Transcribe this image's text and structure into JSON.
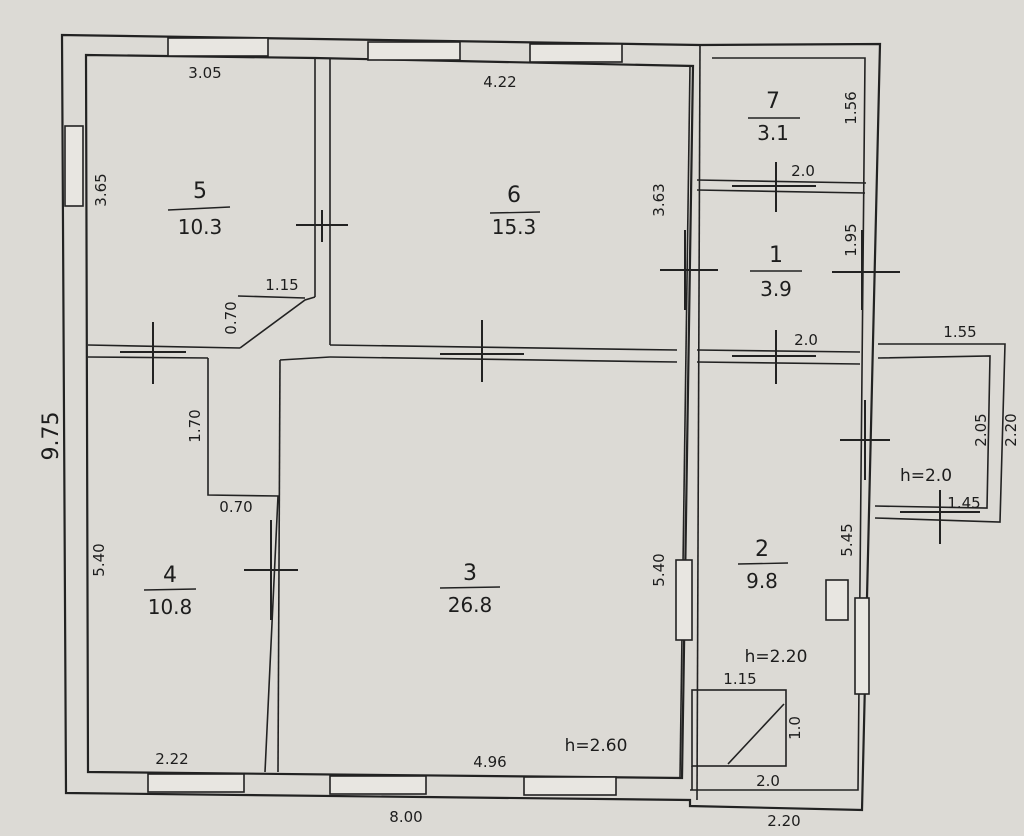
{
  "rooms": [
    {
      "number": "5",
      "area": "10.3"
    },
    {
      "number": "6",
      "area": "15.3"
    },
    {
      "number": "7",
      "area": "3.1"
    },
    {
      "number": "1",
      "area": "3.9"
    },
    {
      "number": "4",
      "area": "10.8"
    },
    {
      "number": "3",
      "area": "26.8"
    },
    {
      "number": "2",
      "area": "9.8"
    }
  ],
  "dimensions": {
    "room5_width": "3.05",
    "room6_width": "4.22",
    "room7_height": "1.56",
    "room7_width": "2.0",
    "room1_height": "1.95",
    "room1_width": "2.0",
    "room5_height": "3.65",
    "room6_height": "3.63",
    "overall_height": "9.75",
    "passage_width": "1.15",
    "passage_corner": "0.70",
    "hall_height": "1.70",
    "hall_offset": "0.70",
    "room4_height": "5.40",
    "room3_height": "5.40",
    "room4_width": "2.22",
    "room3_width": "4.96",
    "room2_height": "5.45",
    "porch_width": "1.55",
    "porch_outer_height": "2.20",
    "porch_inner_height": "2.05",
    "porch_inner_width": "1.45",
    "stair_width": "1.15",
    "stair_height": "1.0",
    "stair_base": "2.0",
    "overall_width": "8.00",
    "extension_width": "2.20"
  },
  "heights": {
    "main": "h=2.60",
    "extension": "h=2.20",
    "porch": "h=2.0"
  }
}
